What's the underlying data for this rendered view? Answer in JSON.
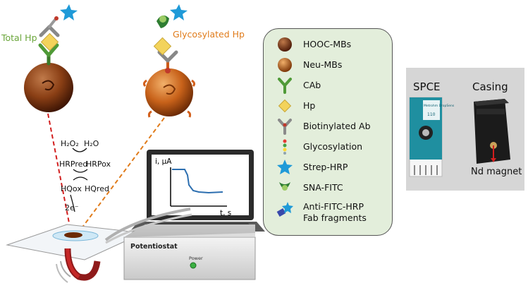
{
  "labels": {
    "total_hp": "Total Hp",
    "glycosylated_hp": "Glycosylated Hp",
    "potentiostat": "Potentiostat",
    "power": "Power",
    "graph_y": "i, µA",
    "graph_x": "t, s",
    "electrons": "2e⁻"
  },
  "reaction": {
    "h2o2": "H₂O₂",
    "h2o": "H₂O",
    "hrp_red": "HRPred",
    "hrp_ox": "HRPox",
    "hq_ox": "HQox",
    "hq_red": "HQred"
  },
  "legend": [
    {
      "icon": "hooc-mb-icon",
      "label": "HOOC-MBs"
    },
    {
      "icon": "neu-mb-icon",
      "label": "Neu-MBs"
    },
    {
      "icon": "cab-icon",
      "label": "CAb"
    },
    {
      "icon": "hp-icon",
      "label": "Hp"
    },
    {
      "icon": "biotinylated-ab-icon",
      "label": "Biotinylated Ab"
    },
    {
      "icon": "glycosylation-icon",
      "label": "Glycosylation"
    },
    {
      "icon": "strep-hrp-icon",
      "label": "Strep-HRP"
    },
    {
      "icon": "sna-fitc-icon",
      "label": "SNA-FITC"
    },
    {
      "icon": "anti-fitc-hrp-icon",
      "label": "Anti-FITC-HRP"
    }
  ],
  "legend_extra": "Fab fragments",
  "photo": {
    "spce": "SPCE",
    "casing": "Casing",
    "magnet": "Nd magnet",
    "brand": "Metrohm DropSens",
    "model": "110"
  },
  "colors": {
    "total_hp": "#6aa53a",
    "glycosylated_hp": "#e07b1a",
    "legend_bg": "#e3eedb",
    "trace": "#2d6fb0"
  }
}
